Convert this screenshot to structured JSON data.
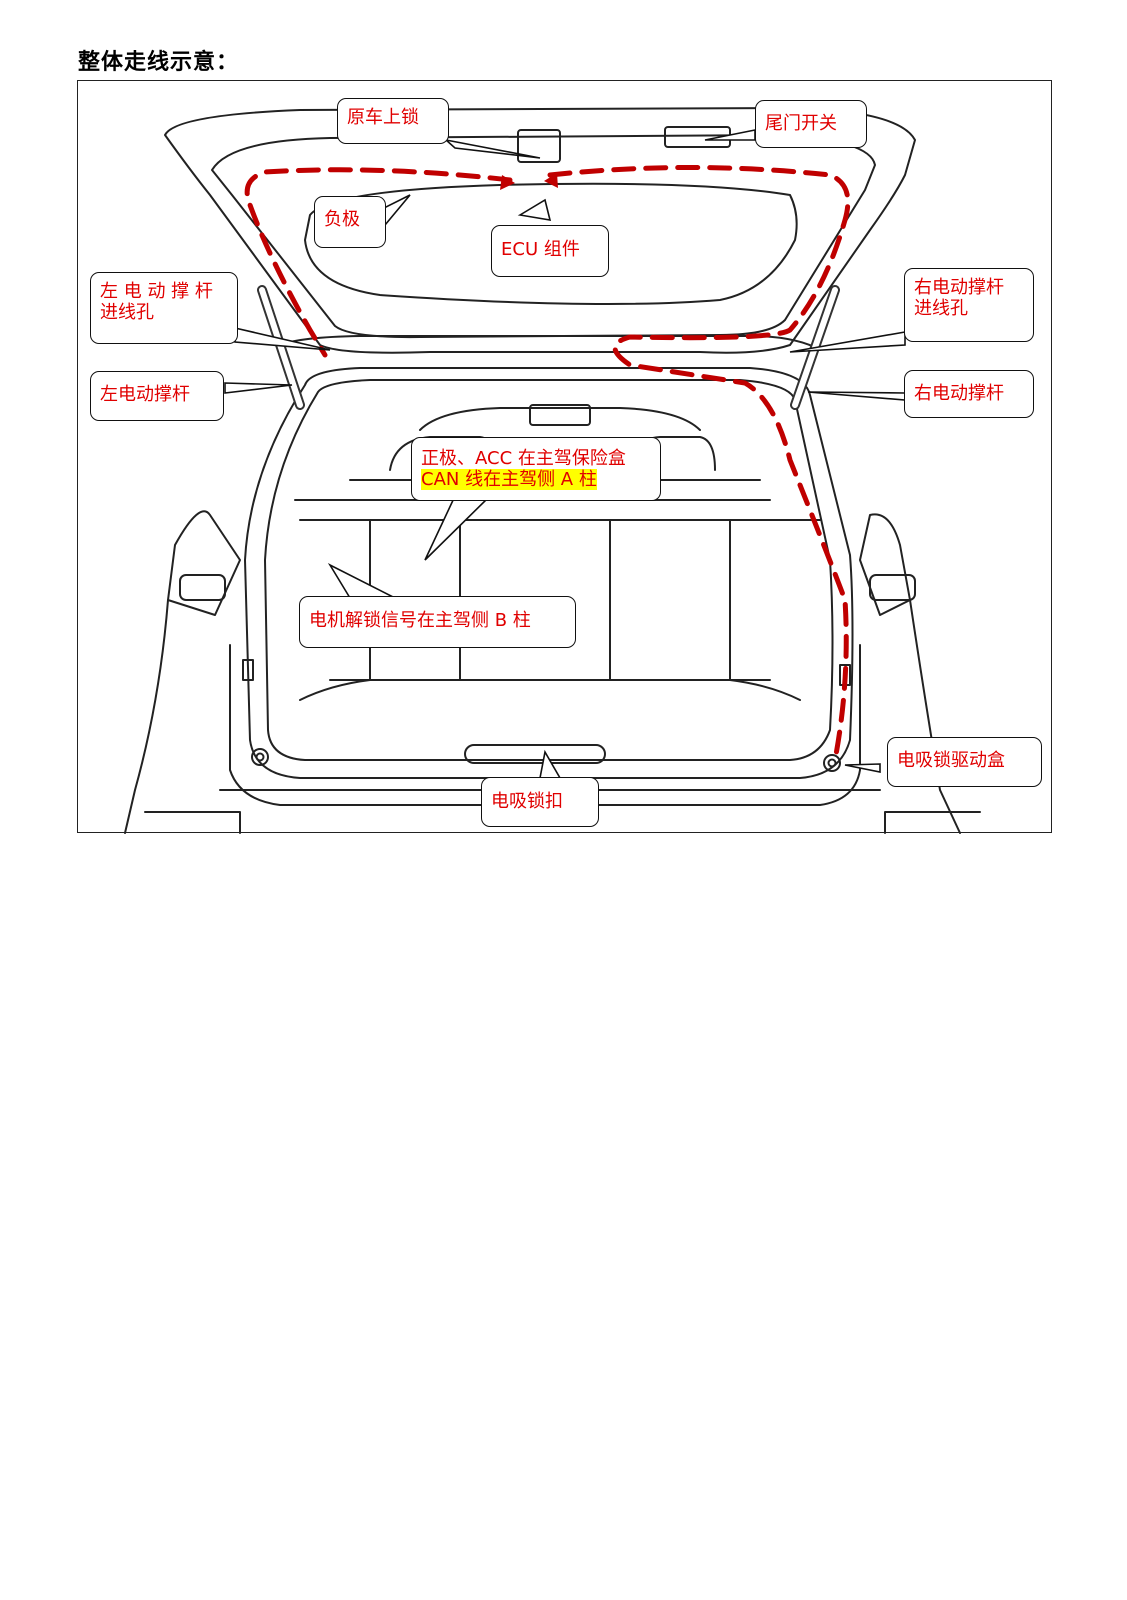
{
  "page": {
    "title": "整体走线示意："
  },
  "colors": {
    "label_text": "#e00000",
    "wire_route": "#c00000",
    "highlight": "#ffff00",
    "outline": "#222222"
  },
  "labels": {
    "original_lock": "原车上锁",
    "tailgate_switch": "尾门开关",
    "negative": "负极",
    "ecu": "ECU 组件",
    "left_strut_hole_line1": "左 电 动 撑 杆",
    "left_strut_hole_line2": "进线孔",
    "right_strut_hole_line1": "右电动撑杆",
    "right_strut_hole_line2": "进线孔",
    "left_strut": "左电动撑杆",
    "right_strut": "右电动撑杆",
    "power_line1": "正极、ACC 在主驾保险盒",
    "power_line2": "CAN 线在主驾侧 A 柱",
    "motor_unlock": "电机解锁信号在主驾侧 B 柱",
    "soft_close_latch": "电吸锁扣",
    "soft_close_driver": "电吸锁驱动盒"
  }
}
